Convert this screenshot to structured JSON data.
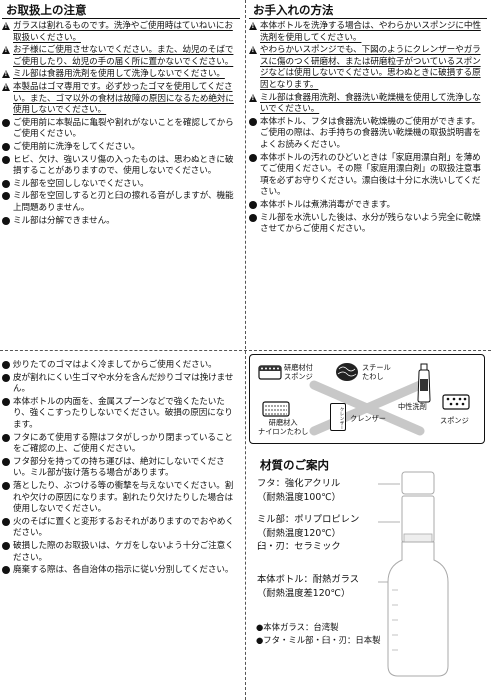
{
  "handling": {
    "title": "お取扱上の注意",
    "items": [
      {
        "mark": "warn",
        "text": "ガラスは割れるものです。洗浄やご使用時はていねいにお取扱いください。"
      },
      {
        "mark": "warn",
        "text": "お子様にご使用させないでください。また、幼児のそばでご使用したり、幼児の手の届く所に置かないでください。"
      },
      {
        "mark": "warn",
        "text": "ミル部は食器用洗剤を使用して洗浄しないでください。"
      },
      {
        "mark": "warn",
        "text": "本製品はゴマ専用です。必ず炒ったゴマを使用してください。また、ゴマ以外の食材は故障の原因になるため絶対に使用しないでください。"
      },
      {
        "mark": "dot",
        "text": "ご使用前に本製品に亀裂や割れがないことを確認してからご使用ください。"
      },
      {
        "mark": "dot",
        "text": "ご使用前に洗浄をしてください。"
      },
      {
        "mark": "dot",
        "text": "ヒビ、欠け、強いスリ傷の入ったものは、思わぬときに破損することがありますので、使用しないでください。"
      },
      {
        "mark": "dot",
        "text": "ミル部を空回ししないでください。"
      },
      {
        "mark": "dot",
        "text": "ミル部を空回しすると刃と臼の擦れる音がしますが、機能上問題ありません。"
      },
      {
        "mark": "dot",
        "text": "ミル部は分解できません。"
      }
    ]
  },
  "care": {
    "title": "お手入れの方法",
    "items": [
      {
        "mark": "warn",
        "text": "本体ボトルを洗浄する場合は、やわらかいスポンジに中性洗剤を使用してください。"
      },
      {
        "mark": "warn",
        "text": "やわらかいスポンジでも、下図のようにクレンザーやガラスに傷のつく研磨材、または研磨粒子がついているスポンジなどは使用しないでください。思わぬときに破損する原因となります。"
      },
      {
        "mark": "warn",
        "text": "ミル部は食器用洗剤、食器洗い乾燥機を使用して洗浄しないでください。"
      },
      {
        "mark": "dot",
        "text": "本体ボトル、フタは食器洗い乾燥機のご使用ができます。ご使用の際は、お手持ちの食器洗い乾燥機の取扱説明書をよくお読みください。"
      },
      {
        "mark": "dot",
        "text": "本体ボトルの汚れのひどいときは「家庭用漂白剤」を薄めてご使用ください。その際「家庭用漂白剤」の取扱注意事項を必ずお守りください。漂白後は十分に水洗いしてください。"
      },
      {
        "mark": "dot",
        "text": "本体ボトルは煮沸消毒ができます。"
      },
      {
        "mark": "dot",
        "text": "ミル部を水洗いした後は、水分が残らないよう完全に乾燥させてからご使用ください。"
      }
    ]
  },
  "more_cautions": {
    "items": [
      {
        "mark": "dot",
        "text": "炒りたてのゴマはよく冷ましてからご使用ください。"
      },
      {
        "mark": "dot",
        "text": "皮が割れにくい生ゴマや水分を含んだ炒りゴマは挽けません。"
      },
      {
        "mark": "dot",
        "text": "本体ボトルの内面を、金属スプーンなどで強くたたいたり、強くこすったりしないでください。破損の原因になります。"
      },
      {
        "mark": "dot",
        "text": "フタにあて使用する際はフタがしっかり閉まっていることをご確認の上、ご使用ください。"
      },
      {
        "mark": "dot",
        "text": "フタ部分を持っての持ち運びは、絶対にしないでください。ミル部が抜け落ちる場合があります。"
      },
      {
        "mark": "dot",
        "text": "落としたり、ぶつける等の衝撃を与えないでください。割れや欠けの原因になります。割れたり欠けたりした場合は使用しないでください。"
      },
      {
        "mark": "dot",
        "text": "火のそばに置くと変形するおそれがありますのでおやめください。"
      },
      {
        "mark": "dot",
        "text": "破損した際のお取扱いは、ケガをしないよう十分ご注意ください。"
      },
      {
        "mark": "dot",
        "text": "廃棄する際は、各自治体の指示に従い分別してください。"
      }
    ]
  },
  "tools": {
    "abrasive_sponge": "研磨材付\nスポンジ",
    "steel_wool": "スチール\nたわし",
    "neutral_detergent": "中性洗剤",
    "sponge": "スポンジ",
    "nylon_scrubber": "研磨材入\nナイロンたわし",
    "cleanser": "クレンザー",
    "cleanser_can_label": "クレンザー"
  },
  "material": {
    "title": "材質のご案内",
    "lid_line1": "フタ：強化アクリル",
    "lid_line2": "（耐熱温度100℃）",
    "mill_line1": "ミル部：ポリプロピレン",
    "mill_line2": "（耐熱温度120℃）",
    "mill_line3": "臼・刃：セラミック",
    "bottle_line1": "本体ボトル：耐熱ガラス",
    "bottle_line2": "（耐熱温度差120℃）",
    "origin1": "●本体ガラス：台湾製",
    "origin2": "●フタ・ミル部・臼・刃：日本製"
  }
}
